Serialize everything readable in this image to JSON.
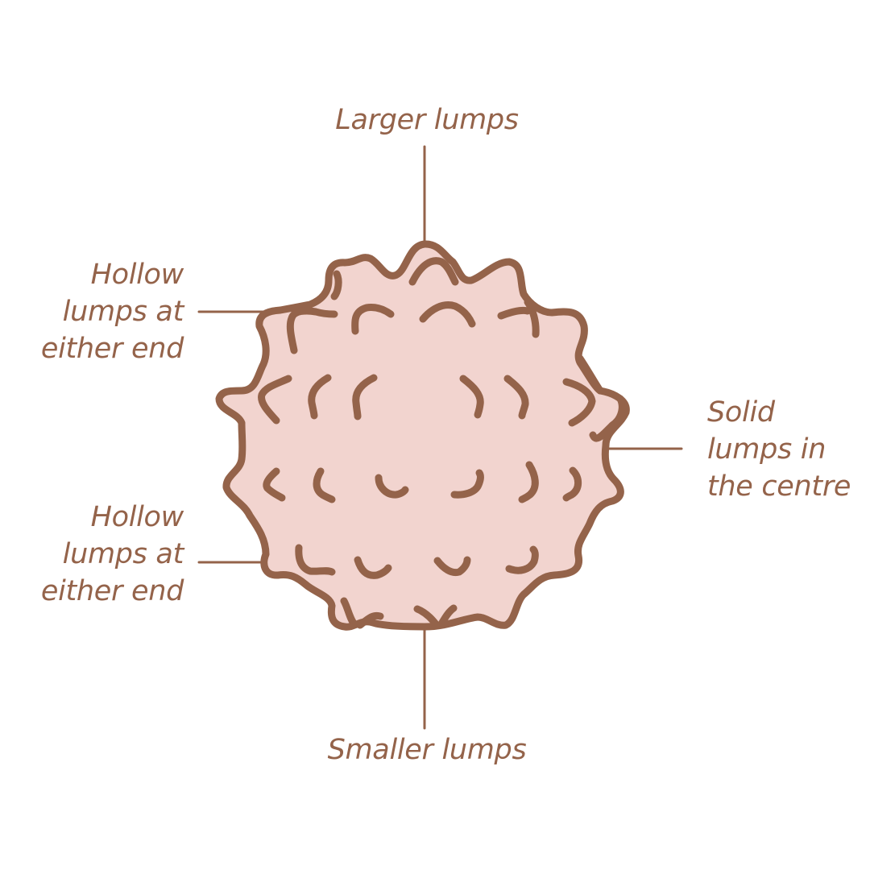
{
  "diagram": {
    "labels": {
      "top": "Larger lumps",
      "bottom": "Smaller lumps",
      "left_upper": [
        "Hollow",
        "lumps at",
        "either end"
      ],
      "left_lower": [
        "Hollow",
        "lumps at",
        "either end"
      ],
      "right": [
        "Solid",
        "lumps in",
        "the centre"
      ]
    },
    "colors": {
      "fill": "#f2d4cf",
      "stroke": "#94634a",
      "text": "#94634a",
      "background": "#ffffff"
    }
  }
}
